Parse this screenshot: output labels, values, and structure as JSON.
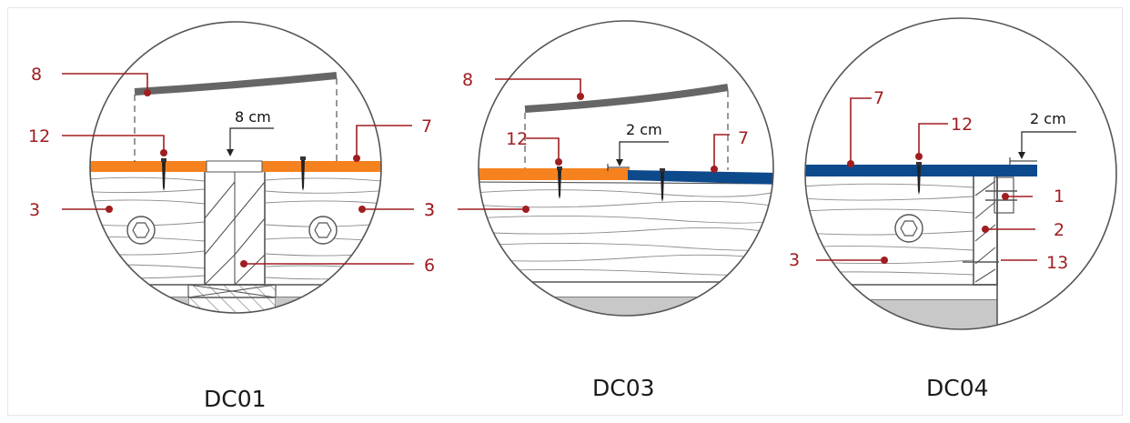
{
  "colors": {
    "orange_board": "#f5821f",
    "blue_board": "#0d4a8c",
    "callout": "#a01d20",
    "outline": "#555555",
    "grain": "#8c8c8c",
    "ground": "#c8c8c8"
  },
  "details": [
    {
      "caption": "DC01",
      "dimension": "8 cm",
      "callouts": {
        "c8": "8",
        "c12": "12",
        "c7": "7",
        "c3a": "3",
        "c3b": "3",
        "c6": "6"
      }
    },
    {
      "caption": "DC03",
      "dimension": "2 cm",
      "callouts": {
        "c8": "8",
        "c12": "12",
        "c7": "7",
        "c3": "3"
      }
    },
    {
      "caption": "DC04",
      "dimension": "2 cm",
      "callouts": {
        "c7": "7",
        "c12": "12",
        "c1": "1",
        "c2": "2",
        "c3": "3",
        "c13": "13"
      }
    }
  ]
}
